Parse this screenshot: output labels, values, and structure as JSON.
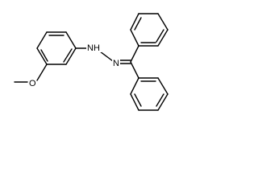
{
  "molecule": {
    "name": "",
    "atoms": {
      "nh": {
        "element": "N",
        "h": "H",
        "charge": null
      },
      "n_imine": {
        "element": "N",
        "h": "",
        "charge": null
      },
      "o_methoxy": {
        "element": "O",
        "h": "",
        "charge": null
      }
    }
  },
  "colors": {
    "bond": "#000000",
    "label": "#000000",
    "background": "#ffffff"
  }
}
